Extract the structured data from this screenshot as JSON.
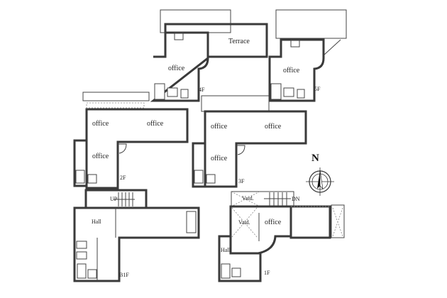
{
  "floors": {
    "f4": {
      "name": "4F",
      "rooms": [
        "office",
        "Terrace"
      ]
    },
    "f5": {
      "name": "5F",
      "rooms": [
        "office"
      ]
    },
    "f2": {
      "name": "2F",
      "rooms": [
        "office",
        "office",
        "office"
      ]
    },
    "f3": {
      "name": "3F",
      "rooms": [
        "office",
        "office",
        "office"
      ]
    },
    "b1": {
      "name": "B1F",
      "rooms": [
        "Hall"
      ],
      "stair": "UP"
    },
    "f1": {
      "name": "1F",
      "rooms": [
        "Vaid.",
        "office",
        "Hall",
        "Vaid."
      ],
      "stair": "DN"
    }
  },
  "compass": {
    "label": "N"
  }
}
